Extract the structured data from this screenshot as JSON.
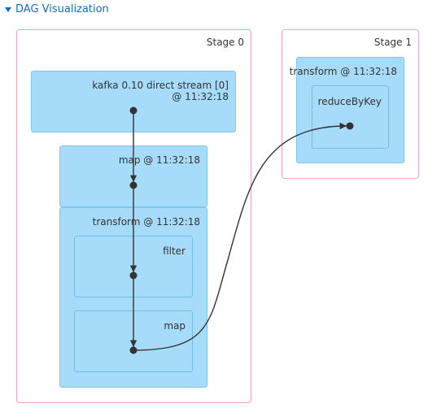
{
  "header": {
    "title": "DAG Visualization",
    "toggle_icon": "caret-down-icon"
  },
  "stages": [
    {
      "label": "Stage 0"
    },
    {
      "label": "Stage 1"
    }
  ],
  "clusters": {
    "kafka": {
      "line1": "kafka 0.10 direct stream [0]",
      "line2": "@ 11:32:18"
    },
    "map_top": {
      "label": "map @ 11:32:18"
    },
    "transform0": {
      "label": "transform @ 11:32:18"
    },
    "filter": {
      "label": "filter"
    },
    "map_inner": {
      "label": "map"
    },
    "transform1": {
      "label": "transform @ 11:32:18"
    },
    "reduce": {
      "label": "reduceByKey"
    }
  },
  "colors": {
    "header": "#0d6dbf",
    "stage_border": "#f2a5b8",
    "cluster_fill": "#a6dcfa",
    "cluster_border": "#7ec8ef",
    "edge": "#333333"
  }
}
